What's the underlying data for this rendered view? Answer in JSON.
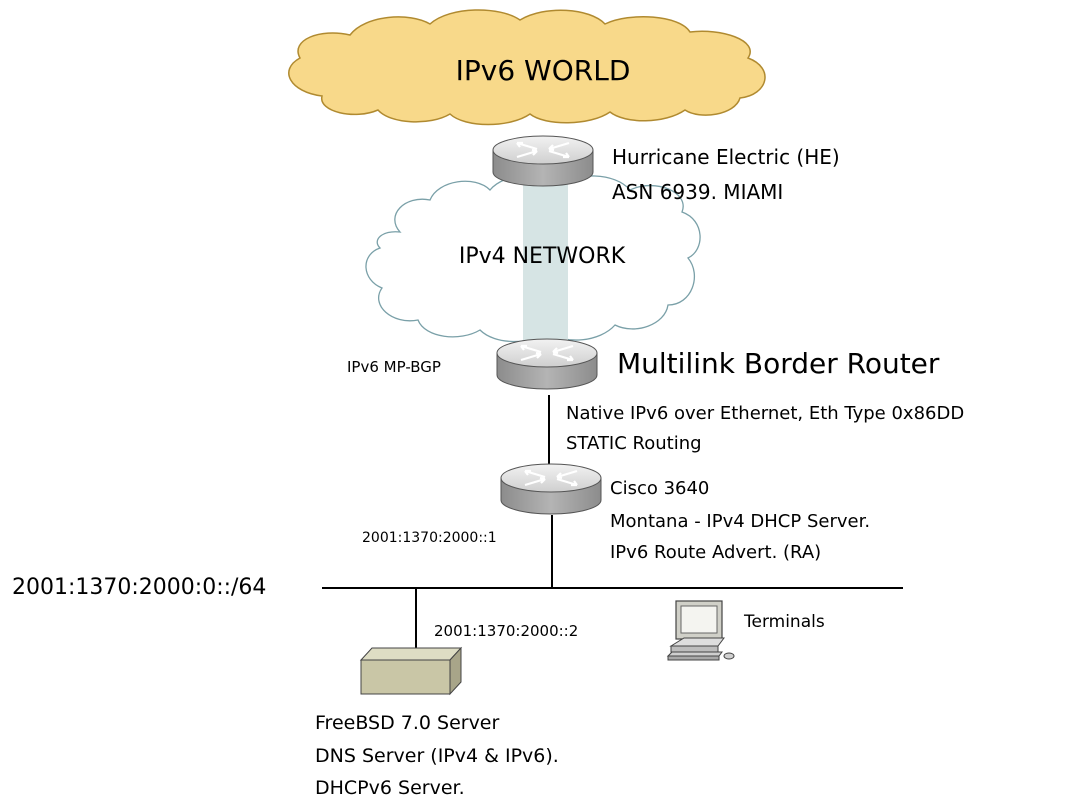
{
  "clouds": {
    "ipv6_world": "IPv6 WORLD",
    "ipv4_network": "IPv4 NETWORK"
  },
  "he_router": {
    "line1": "Hurricane Electric (HE)",
    "line2": "ASN 6939. MIAMI"
  },
  "border_router": {
    "title": "Multilink Border Router",
    "protocol": "IPv6 MP-BGP",
    "link_line1": "Native IPv6 over Ethernet, Eth Type 0x86DD",
    "link_line2": "STATIC Routing"
  },
  "cisco_router": {
    "line1": "Cisco 3640",
    "line2": "Montana - IPv4 DHCP Server.",
    "line3": "IPv6 Route Advert. (RA)",
    "address": "2001:1370:2000::1"
  },
  "lan": {
    "prefix": "2001:1370:2000:0::/64"
  },
  "server": {
    "address": "2001:1370:2000::2",
    "line1": "FreeBSD 7.0 Server",
    "line2": "DNS Server (IPv4 & IPv6).",
    "line3": "DHCPv6 Server."
  },
  "terminals": {
    "label": "Terminals"
  },
  "colors": {
    "ipv6_cloud_fill": "#f8d98a",
    "ipv6_cloud_stroke": "#b08a30",
    "ipv4_cloud_stroke": "#7aa0a8",
    "tunnel": "#d6e4e4",
    "router_body": "#a8a8a8",
    "server_fill": "#c9c6a6"
  }
}
